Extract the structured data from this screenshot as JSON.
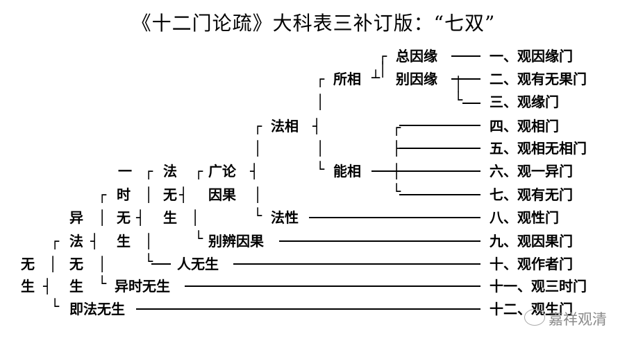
{
  "title": "《十二门论疏》大科表三补订版：“七双”",
  "nodes": {
    "zong_yinyuan": "总因缘",
    "bie_yinyuan": "别因缘",
    "suoxiang": "所相",
    "nengxiang": "能相",
    "faxiang": "法相",
    "faxing": "法性",
    "guanglun": "广论",
    "yinguo": "因果",
    "bieban_yinguo": "别辨因果",
    "fa_wusheng_1": "法",
    "fa_wusheng_2": "无",
    "fa_wusheng_3": "生",
    "ren_wusheng": "人无生",
    "yishi_1": "一",
    "yishi_2": "时",
    "yishi_3": "无",
    "yishi_4": "生",
    "yifa_1": "异",
    "yifa_2": "法",
    "yifa_3": "无",
    "yifa_4": "生",
    "yishi_wusheng": "异时无生",
    "wusheng_1": "无",
    "wusheng_2": "生",
    "jifa_wusheng": "即法无生"
  },
  "gates": [
    "一、观因缘门",
    "二、观有无果门",
    "三、观缘门",
    "四、观相门",
    "五、观相无相门",
    "六、观一异门",
    "七、观有无门",
    "八、观性门",
    "九、观因果门",
    "十、观作者门",
    "十一、观三时门",
    "十二、观生门"
  ],
  "watermark": "嘉祥观清"
}
